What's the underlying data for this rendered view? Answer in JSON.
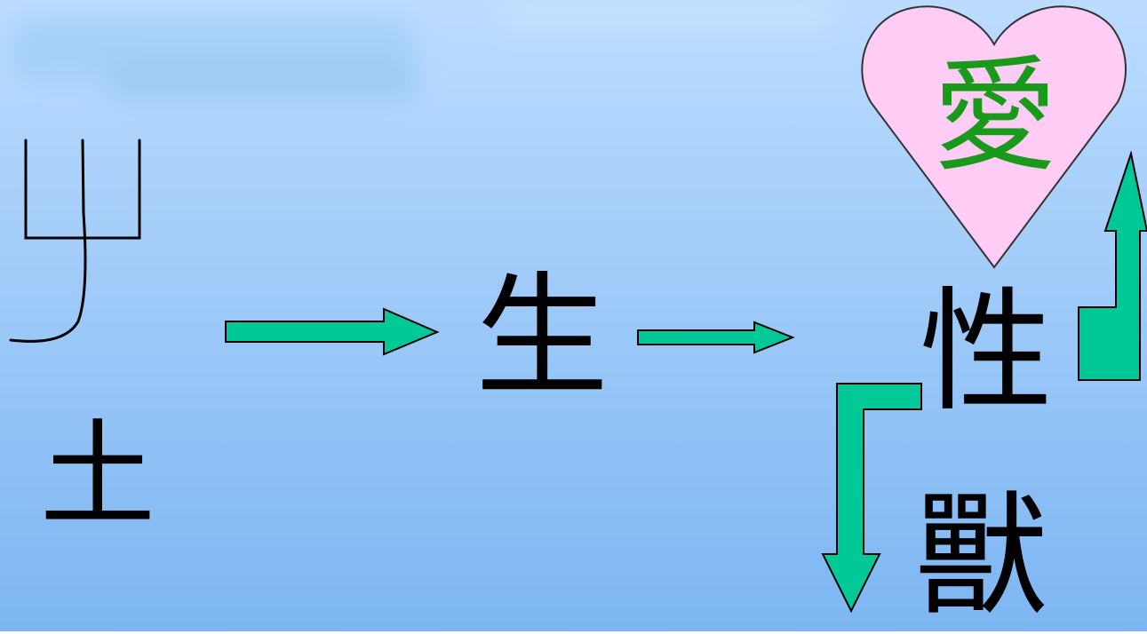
{
  "characters": {
    "sprout_glyph": "屮",
    "earth": "土",
    "life": "生",
    "nature": "性",
    "love": "愛",
    "beast": "獸"
  },
  "colors": {
    "background_top": "#bcdcff",
    "background_bottom": "#7db6f2",
    "arrow_fill": "#00c896",
    "arrow_stroke": "#000000",
    "heart_fill": "#ffccf5",
    "heart_stroke": "#333333",
    "love_char": "#1a9a1a"
  },
  "icons": {
    "arrow_1": "right-arrow-icon",
    "arrow_2": "right-arrow-icon",
    "arrow_up": "bent-up-arrow-icon",
    "arrow_down": "bent-down-arrow-icon",
    "heart": "heart-icon"
  }
}
